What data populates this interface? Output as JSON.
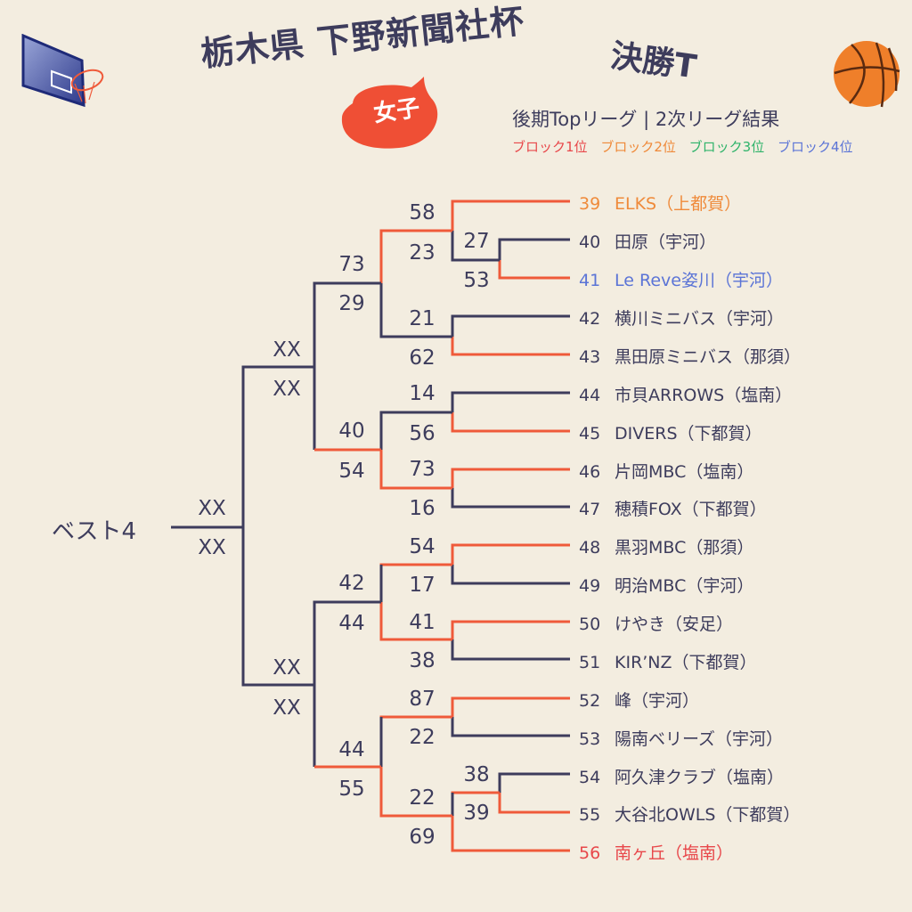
{
  "header": {
    "title": "栃木県 下野新聞社杯",
    "title_suffix": "決勝T",
    "category_badge": "女子",
    "subtitle": "後期Topリーグ | 2次リーグ結果"
  },
  "legend": [
    {
      "label": "ブロック1位",
      "color": "#e8474a"
    },
    {
      "label": "ブロック2位",
      "color": "#ef8a3a"
    },
    {
      "label": "ブロック3位",
      "color": "#2fb36a"
    },
    {
      "label": "ブロック4位",
      "color": "#5b74d6"
    }
  ],
  "icons": {
    "left": "basketball-hoop-icon",
    "right": "basketball-icon"
  },
  "colors": {
    "background": "#f3ede0",
    "line_default": "#3d3c5c",
    "line_winner": "#ef5a3a",
    "badge": "#ef4f35"
  },
  "final_label": "ベスト4",
  "teams": [
    {
      "seed": "39",
      "name": "ELKS（上都賀）",
      "color": "#ef8a3a"
    },
    {
      "seed": "40",
      "name": "田原（宇河）",
      "color": "#3d3c5c"
    },
    {
      "seed": "41",
      "name": "Le Reve姿川（宇河）",
      "color": "#5b74d6"
    },
    {
      "seed": "42",
      "name": "横川ミニバス（宇河）",
      "color": "#3d3c5c"
    },
    {
      "seed": "43",
      "name": "黒田原ミニバス（那須）",
      "color": "#3d3c5c"
    },
    {
      "seed": "44",
      "name": "市貝ARROWS（塩南）",
      "color": "#3d3c5c"
    },
    {
      "seed": "45",
      "name": "DIVERS（下都賀）",
      "color": "#3d3c5c"
    },
    {
      "seed": "46",
      "name": "片岡MBC（塩南）",
      "color": "#3d3c5c"
    },
    {
      "seed": "47",
      "name": "穂積FOX（下都賀）",
      "color": "#3d3c5c"
    },
    {
      "seed": "48",
      "name": "黒羽MBC（那須）",
      "color": "#3d3c5c"
    },
    {
      "seed": "49",
      "name": "明治MBC（宇河）",
      "color": "#3d3c5c"
    },
    {
      "seed": "50",
      "name": "けやき（安足）",
      "color": "#3d3c5c"
    },
    {
      "seed": "51",
      "name": "KIR’NZ（下都賀）",
      "color": "#3d3c5c"
    },
    {
      "seed": "52",
      "name": "峰（宇河）",
      "color": "#3d3c5c"
    },
    {
      "seed": "53",
      "name": "陽南ベリーズ（宇河）",
      "color": "#3d3c5c"
    },
    {
      "seed": "54",
      "name": "阿久津クラブ（塩南）",
      "color": "#3d3c5c"
    },
    {
      "seed": "55",
      "name": "大谷北OWLS（下都賀）",
      "color": "#3d3c5c"
    },
    {
      "seed": "56",
      "name": "南ヶ丘（塩南）",
      "color": "#e8474a"
    }
  ],
  "scores": {
    "r0_40v41": [
      "27",
      "53"
    ],
    "r0_55v54": [
      "38",
      "39"
    ],
    "r1": [
      [
        "58",
        "23"
      ],
      [
        "21",
        "62"
      ],
      [
        "14",
        "56"
      ],
      [
        "73",
        "16"
      ],
      [
        "54",
        "17"
      ],
      [
        "41",
        "38"
      ],
      [
        "87",
        "22"
      ],
      [
        "22",
        "69"
      ]
    ],
    "r2": [
      [
        "73",
        "29"
      ],
      [
        "40",
        "54"
      ],
      [
        "42",
        "44"
      ],
      [
        "44",
        "55"
      ]
    ],
    "r3": [
      [
        "XX",
        "XX"
      ],
      [
        "XX",
        "XX"
      ]
    ],
    "r4": [
      "XX",
      "XX"
    ]
  }
}
